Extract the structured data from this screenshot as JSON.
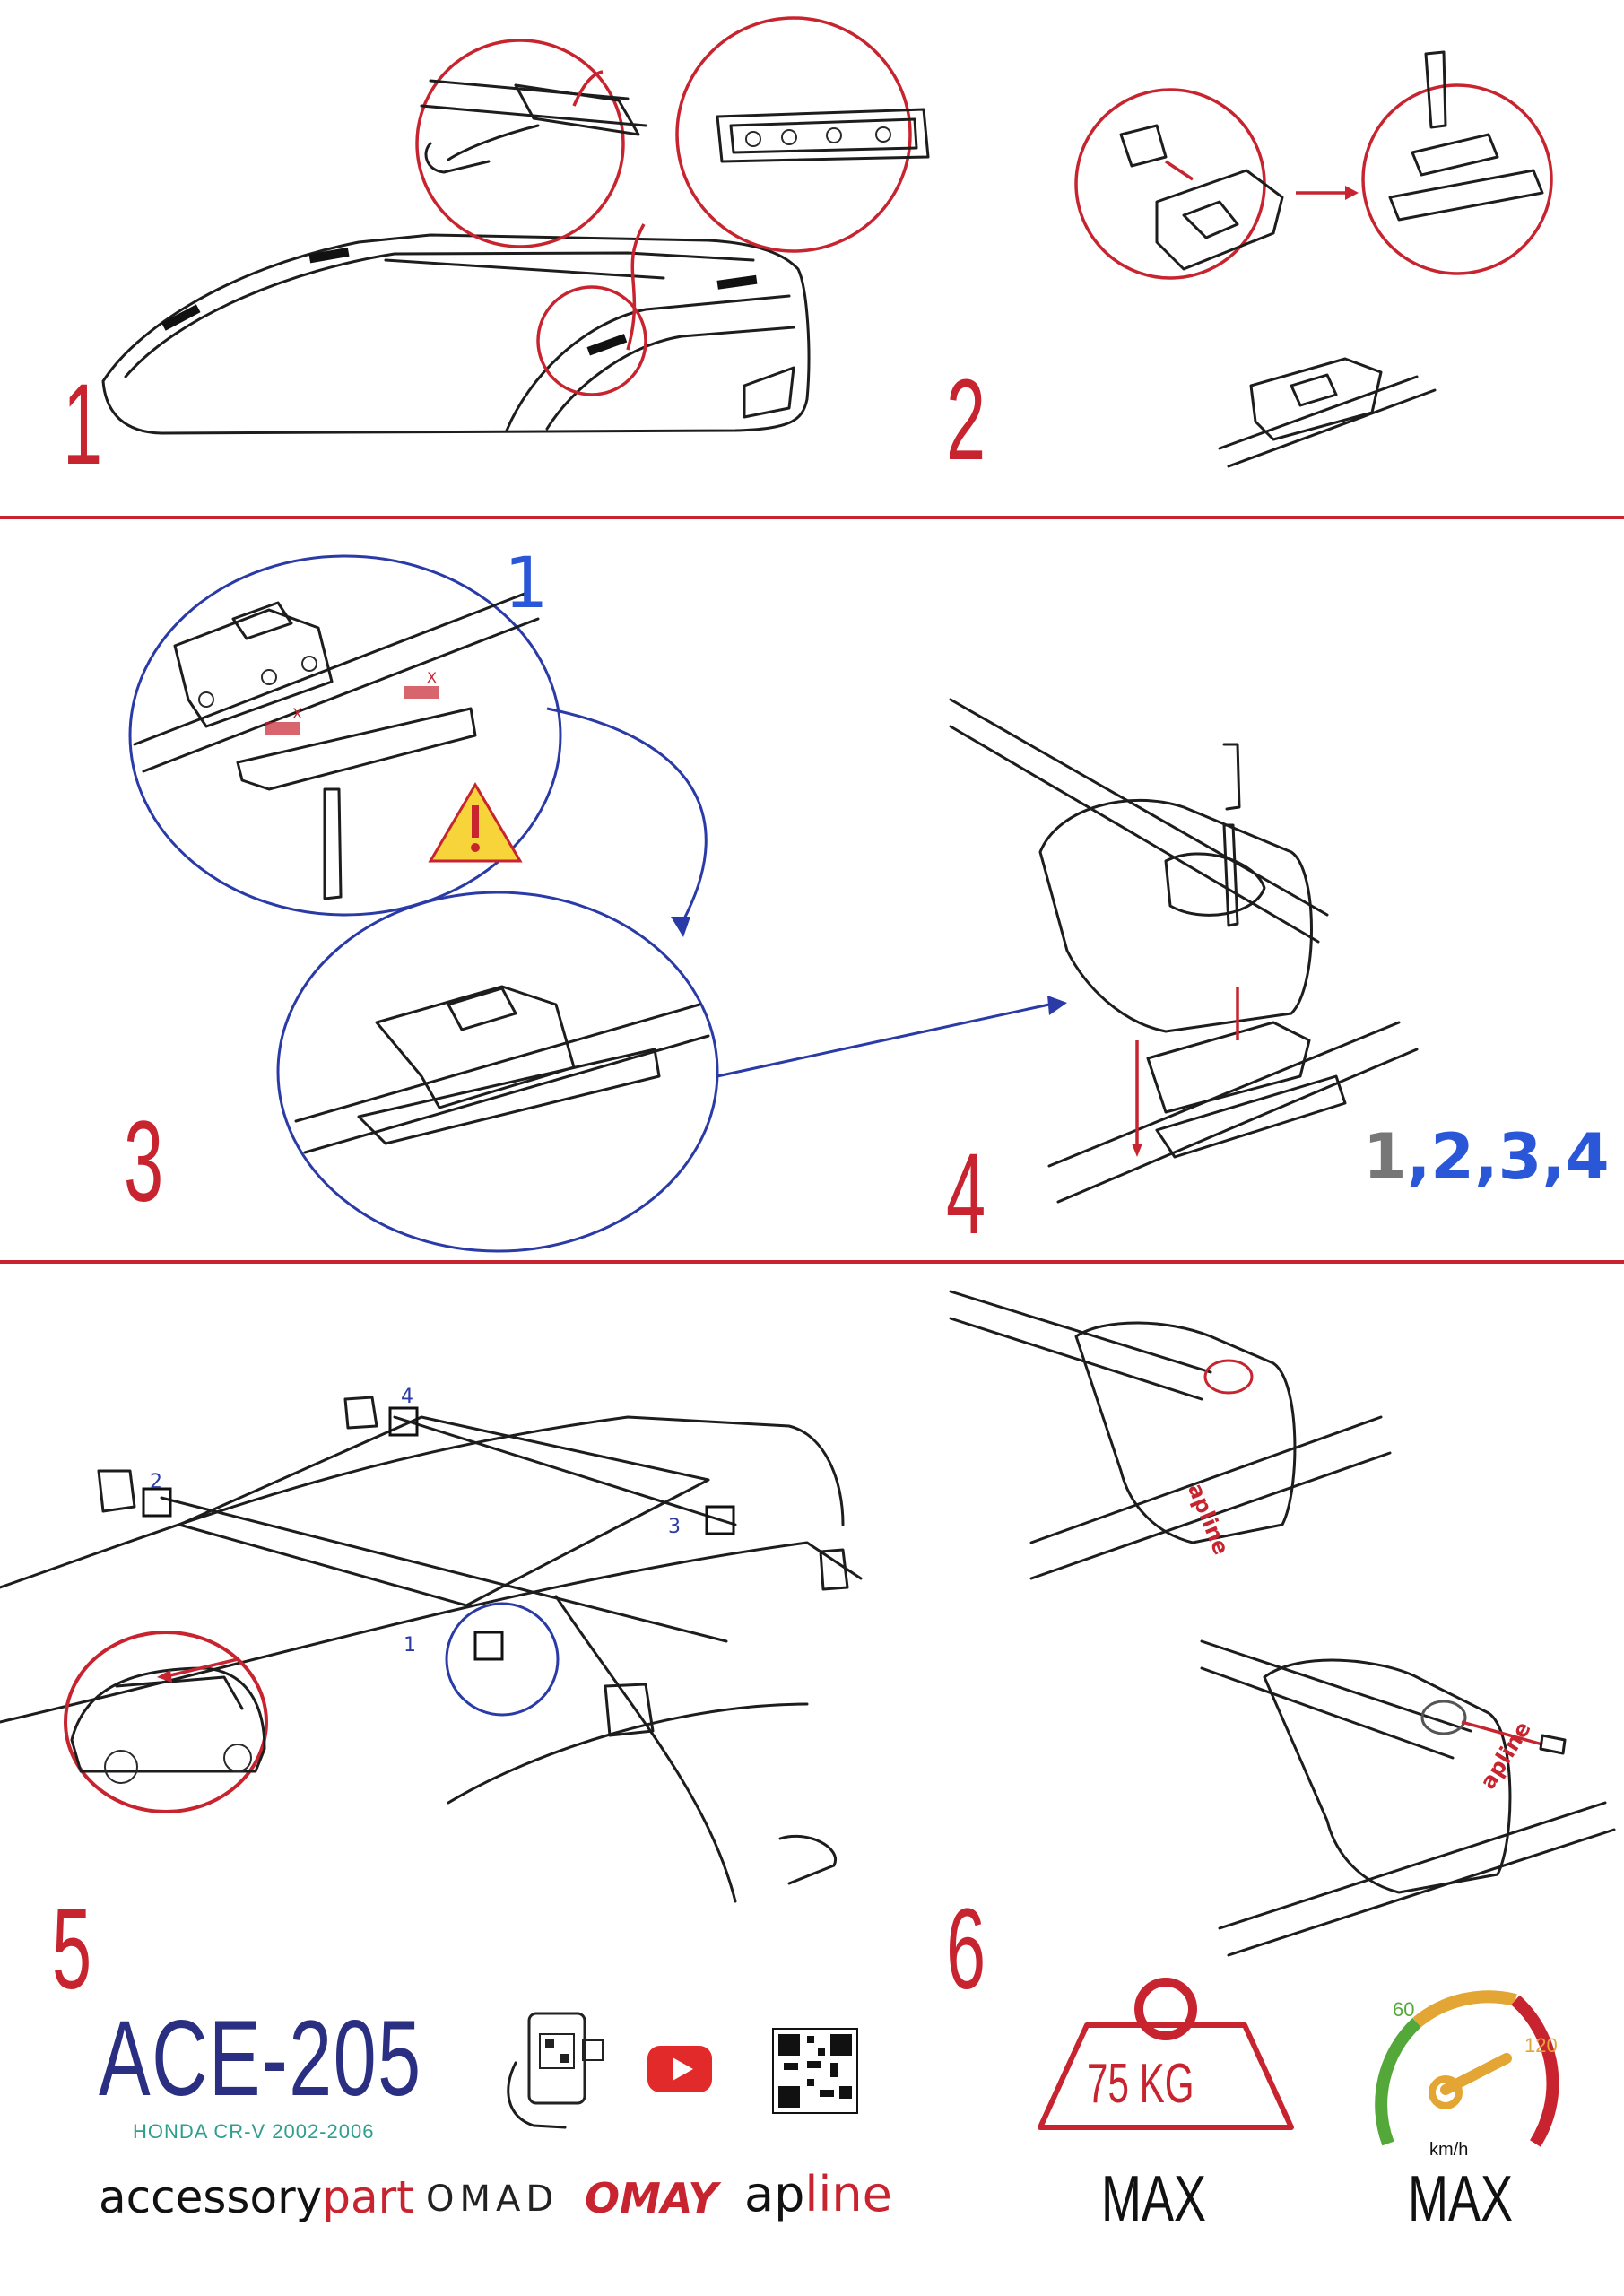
{
  "steps": {
    "s1": "1",
    "s2": "2",
    "s3": "3",
    "s4": "4",
    "s5": "5",
    "s6": "6"
  },
  "step3": {
    "sub_label": "1",
    "mark_left": "X",
    "mark_right": "X"
  },
  "step4": {
    "sequence": [
      {
        "text": "1",
        "color": "#777777"
      },
      {
        "text": ",2,3,4",
        "color": "#2a57d8"
      }
    ]
  },
  "step5": {
    "callouts": [
      "1",
      "2",
      "3",
      "4"
    ]
  },
  "product": {
    "code": "ACE-205",
    "vehicle": "HONDA CR-V 2002-2006"
  },
  "brands": {
    "accessory_a": "accessory",
    "accessory_b": "part",
    "omad": "OMAD",
    "omay": "OMAY",
    "apline_a": "ap",
    "apline_b": "line",
    "bracket_brand": "apline"
  },
  "limits": {
    "weight": "75 KG",
    "weight_max": "MAX",
    "speed_low": "60",
    "speed_high": "120",
    "speed_unit": "km/h",
    "speed_max": "MAX"
  },
  "icons": {
    "phone_scan": "phone-qr-scan-icon",
    "video": "youtube-play-icon",
    "qr": "qr-code-icon",
    "warning": "warning-triangle-icon"
  },
  "colors": {
    "accent_red": "#c8242f",
    "accent_blue": "#2a57d8",
    "brand_navy": "#2a2f82",
    "vehicle_teal": "#2f9e8e"
  }
}
